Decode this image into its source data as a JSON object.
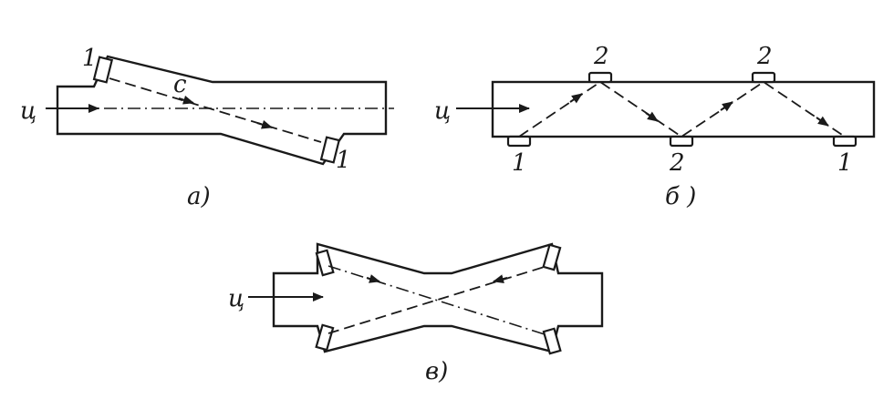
{
  "diagram_a": {
    "caption": "а)",
    "flow_label": "ц",
    "beam_label": "c",
    "sensor_label_top": "1",
    "sensor_label_bottom": "1"
  },
  "diagram_b": {
    "caption": "б )",
    "flow_label": "ц",
    "top_sensor_labels": [
      "2",
      "2"
    ],
    "bottom_sensor_labels": [
      "1",
      "2",
      "1"
    ]
  },
  "diagram_c": {
    "caption": "в)",
    "flow_label": "ц"
  },
  "colors": {
    "stroke": "#1a1a1a",
    "background": "#ffffff"
  }
}
